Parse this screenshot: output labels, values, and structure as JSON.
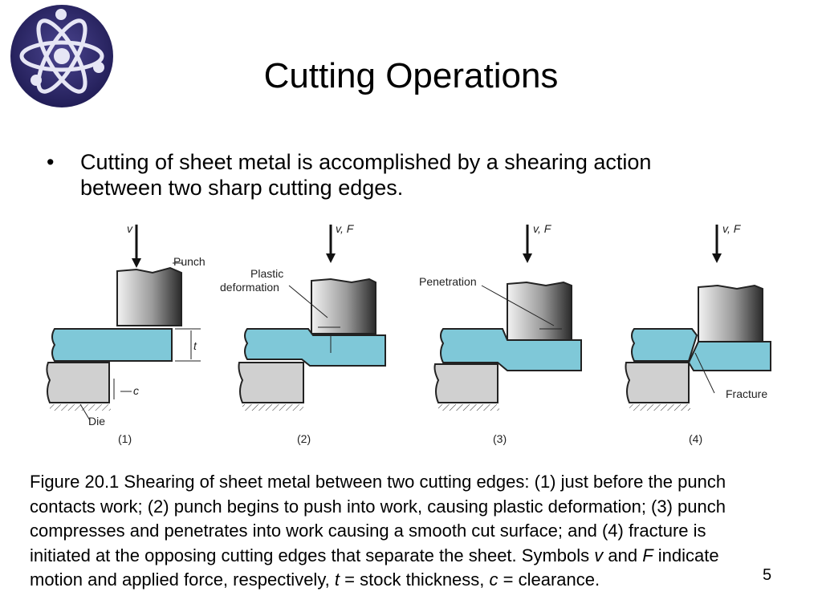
{
  "slide": {
    "title": "Cutting Operations",
    "bullet": "Cutting of sheet metal is accomplished by a shearing action between two sharp cutting edges.",
    "page_number": "5"
  },
  "figure": {
    "panels": [
      {
        "number": "(1)",
        "motion_label": "v",
        "labels": [
          "Punch",
          "t",
          "c",
          "Die"
        ]
      },
      {
        "number": "(2)",
        "motion_label": "v, F",
        "labels": [
          "Plastic",
          "deformation"
        ]
      },
      {
        "number": "(3)",
        "motion_label": "v, F",
        "labels": [
          "Penetration"
        ]
      },
      {
        "number": "(4)",
        "motion_label": "v, F",
        "labels": [
          "Fracture"
        ]
      }
    ]
  },
  "caption": {
    "part1": "Figure 20.1 Shearing of sheet metal between two cutting edges: (1) just before the punch contacts work; (2) punch begins to push into work, causing plastic deformation; (3) punch compresses and penetrates into work causing a smooth cut surface; and (4) fracture is initiated at the opposing cutting edges that separate the sheet. Symbols ",
    "v": "v",
    "and": " and ",
    "F": "F",
    "part2": " indicate motion and applied force, respectively, ",
    "t": "t",
    "part3": " = stock thickness, ",
    "c": "c",
    "part4": " = clearance."
  },
  "colors": {
    "logo_bg": "#2a2466",
    "sheet": "#7fc8d8",
    "die": "#d0d0d0"
  }
}
